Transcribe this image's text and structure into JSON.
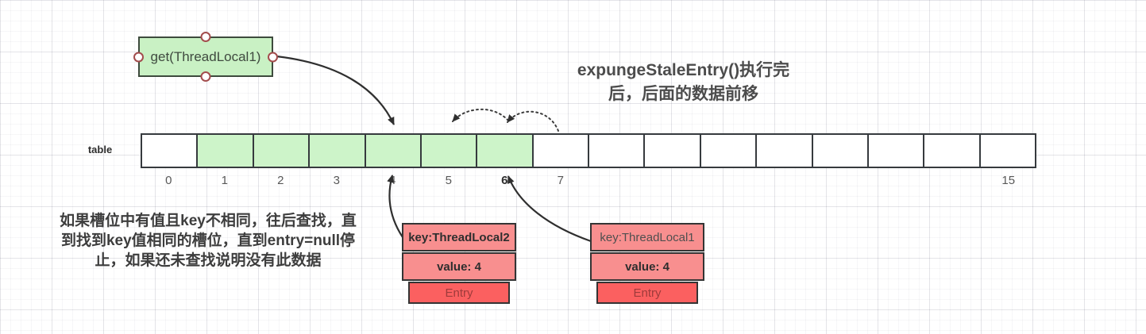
{
  "colors": {
    "canvas-bg": "#ffffff",
    "green-fill": "#c9f1c4",
    "green-border": "#3d4a3d",
    "cell-green": "#cdf4c9",
    "table-border": "#363a3e",
    "pink-fill": "#f88f8f",
    "red-fill": "#fb6060",
    "entry-border": "#343434",
    "entry-text": "#9e3b3b",
    "handle-border": "#a34d4d",
    "arrow": "#2f2f2f"
  },
  "get_box": {
    "label": "get(ThreadLocal1)"
  },
  "title": {
    "line1": "expungeStaleEntry()执行完",
    "line2": "后，后面的数据前移"
  },
  "table": {
    "label": "table",
    "cells": [
      {
        "index": 0,
        "label": "0",
        "filled": false,
        "bold": false
      },
      {
        "index": 1,
        "label": "1",
        "filled": true,
        "bold": false
      },
      {
        "index": 2,
        "label": "2",
        "filled": true,
        "bold": false
      },
      {
        "index": 3,
        "label": "3",
        "filled": true,
        "bold": false
      },
      {
        "index": 4,
        "label": "4",
        "filled": true,
        "bold": false
      },
      {
        "index": 5,
        "label": "5",
        "filled": true,
        "bold": false
      },
      {
        "index": 6,
        "label": "6",
        "filled": true,
        "bold": true
      },
      {
        "index": 7,
        "label": "7",
        "filled": false,
        "bold": false
      },
      {
        "index": 8,
        "label": "",
        "filled": false,
        "bold": false
      },
      {
        "index": 9,
        "label": "",
        "filled": false,
        "bold": false
      },
      {
        "index": 10,
        "label": "",
        "filled": false,
        "bold": false
      },
      {
        "index": 11,
        "label": "",
        "filled": false,
        "bold": false
      },
      {
        "index": 12,
        "label": "",
        "filled": false,
        "bold": false
      },
      {
        "index": 13,
        "label": "",
        "filled": false,
        "bold": false
      },
      {
        "index": 14,
        "label": "",
        "filled": false,
        "bold": false
      },
      {
        "index": 15,
        "label": "15",
        "filled": false,
        "bold": false
      }
    ]
  },
  "note": {
    "line1": "如果槽位中有值且key不相同，往后查找，直",
    "line2": "到找到key值相同的槽位，直到entry=null停",
    "line3": "止，如果还未查找说明没有此数据"
  },
  "entries": [
    {
      "key": "key:ThreadLocal2",
      "value": "value: 4",
      "footer": "Entry",
      "key_bold": true
    },
    {
      "key": "key:ThreadLocal1",
      "value": "value: 4",
      "footer": "Entry",
      "key_bold": false
    }
  ]
}
